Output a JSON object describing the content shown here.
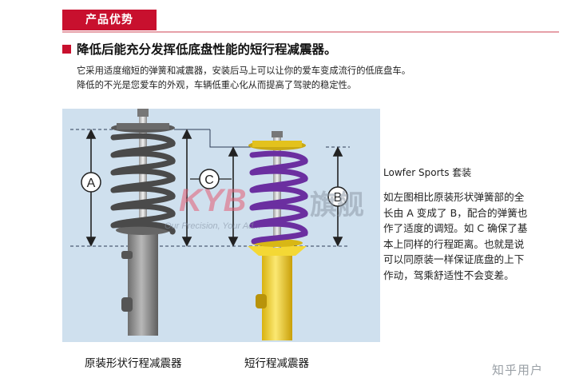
{
  "section": {
    "badge": "产品优势"
  },
  "headline": "降低后能充分发挥低底盘性能的短行程减震器。",
  "description": [
    "它采用适度缩短的弹簧和减震器，安装后马上可以让你的爱车变成流行的低底盘车。",
    "降低的不光是您爱车的外观，车辆低重心化从而提高了驾驶的稳定性。"
  ],
  "diagram": {
    "labels": {
      "a": "A",
      "b": "B",
      "c": "C"
    },
    "watermark_brand": "KYB",
    "watermark_store": "旗舰",
    "watermark_slogan": "Our Precision, Your Ad...",
    "colors": {
      "panel": "#cfe0ee",
      "stock_spring": "#4a4a4a",
      "sport_spring": "#6b2fa0",
      "sport_body": "#f2d22a",
      "stock_body": "#8c8c8c"
    }
  },
  "captions": {
    "left": "原装形状行程减震器",
    "right": "短行程减震器"
  },
  "product": {
    "title": "Lowfer Sports 套装",
    "lines": [
      "如左图相比原装形状弹簧部的全",
      "长由 A 变成了 B，配合的弹簧也",
      "作了适度的调短。如 C 确保了基",
      "本上同样的行程距离。也就是说",
      "可以同原装一样保证底盘的上下",
      "作动，驾乘舒适性不会变差。"
    ]
  },
  "site_watermark": "知乎用户"
}
